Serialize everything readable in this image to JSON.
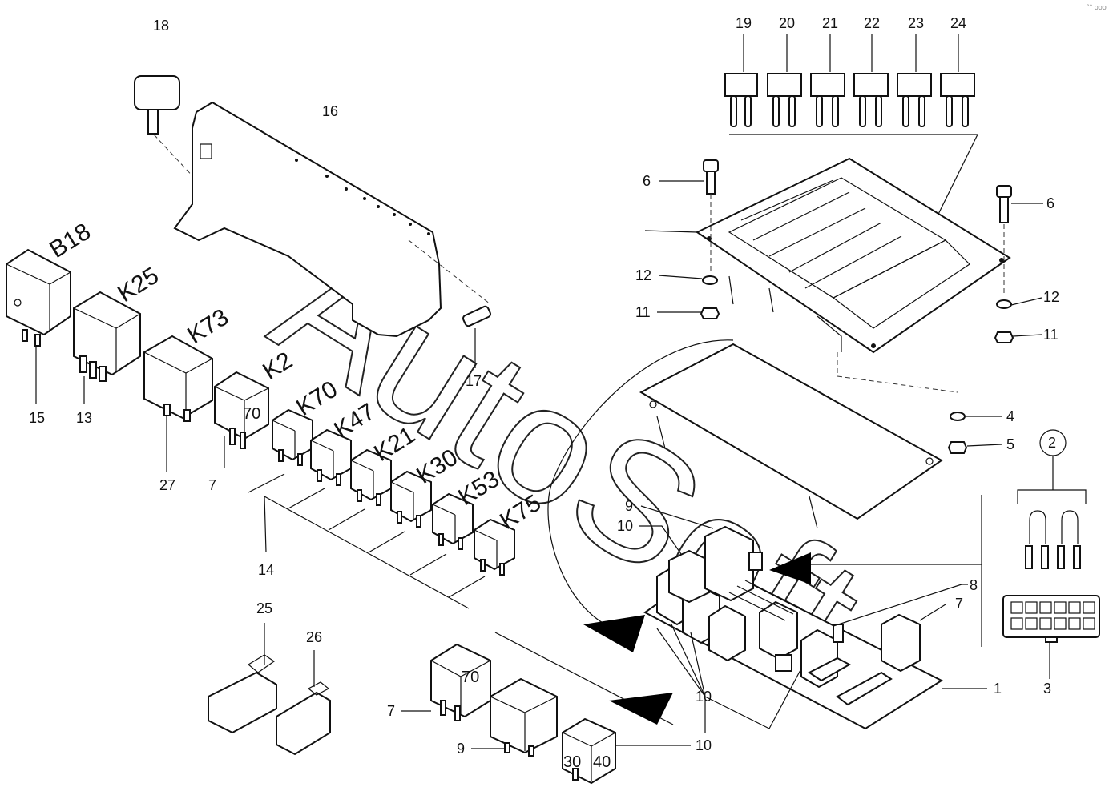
{
  "callouts": {
    "c1": "1",
    "c2": "2",
    "c3": "3",
    "c4": "4",
    "c5": "5",
    "c6a": "6",
    "c6b": "6",
    "c7a": "7",
    "c7b": "7",
    "c7c": "7",
    "c8": "8",
    "c9a": "9",
    "c9b": "9",
    "c10a": "10",
    "c10b": "10",
    "c10c": "10",
    "c11a": "11",
    "c11b": "11",
    "c12a": "12",
    "c12b": "12",
    "c13": "13",
    "c14": "14",
    "c15": "15",
    "c16": "16",
    "c17": "17",
    "c18": "18",
    "c19": "19",
    "c20": "20",
    "c21": "21",
    "c22": "22",
    "c23": "23",
    "c24": "24",
    "c25": "25",
    "c26": "26",
    "c27": "27"
  },
  "relay_codes": {
    "b18": "B18",
    "k25": "K25",
    "k73": "K73",
    "k2": "K2",
    "k70": "K70",
    "k47": "K47",
    "k21": "K21",
    "k30": "K30",
    "k53": "K53",
    "k75": "K75"
  },
  "relay_face_labels": {
    "relay_70_upper": "70",
    "relay_70_lower": "70",
    "relay_30": "30",
    "relay_40": "40"
  },
  "watermark": "AutoSoft",
  "corner_mark": "°° ooo"
}
